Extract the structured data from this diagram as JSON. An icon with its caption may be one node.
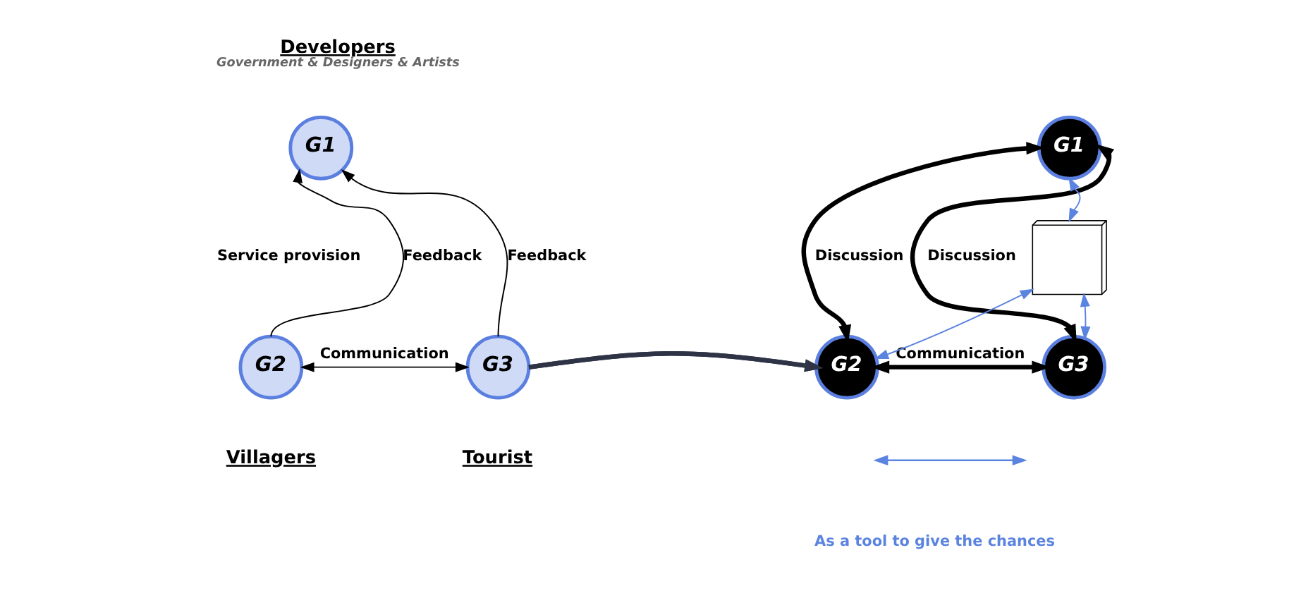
{
  "diagram": {
    "nodes": [
      {
        "text": [
          "G1"
        ],
        "beside": [
          "Developers",
          "Government & Designers & Artists"
        ]
      },
      {
        "text": [
          "G2"
        ],
        "beside": [
          "Villagers"
        ]
      },
      {
        "text": [
          "G3"
        ],
        "beside": [
          "Tourist"
        ]
      },
      {
        "text": [
          "G1"
        ]
      },
      {
        "text": [
          "G2"
        ]
      },
      {
        "text": [
          "G3"
        ]
      },
      {
        "text": [],
        "shape": "cube"
      }
    ],
    "edges": [
      {
        "from": 1,
        "to": 0,
        "arrow": "to",
        "label": "Feedback"
      },
      {
        "from": 2,
        "to": 0,
        "arrow": "to",
        "label": "Feedback"
      },
      {
        "from": 1,
        "to": 2,
        "arrow": "both",
        "label": "Communication"
      },
      {
        "from": 2,
        "to": 4,
        "arrow": "to",
        "style": "thick",
        "color": "#2e3446"
      },
      {
        "from": 3,
        "to": 4,
        "arrow": "both",
        "label": "Discussion",
        "style": "thick"
      },
      {
        "from": 3,
        "to": 5,
        "arrow": "both",
        "label": "Discussion",
        "style": "thick"
      },
      {
        "from": 4,
        "to": 5,
        "arrow": "both",
        "label": "Communication",
        "style": "thick"
      },
      {
        "from": 6,
        "to": 3,
        "arrow": "both",
        "color": "#5b83e0"
      },
      {
        "from": 6,
        "to": 4,
        "arrow": "both",
        "color": "#5b83e0"
      },
      {
        "from": 6,
        "to": 5,
        "arrow": "both",
        "color": "#5b83e0"
      }
    ],
    "labels": [
      "Service provision"
    ],
    "legend": [
      {
        "text": "As a tool to give the chances"
      }
    ]
  }
}
